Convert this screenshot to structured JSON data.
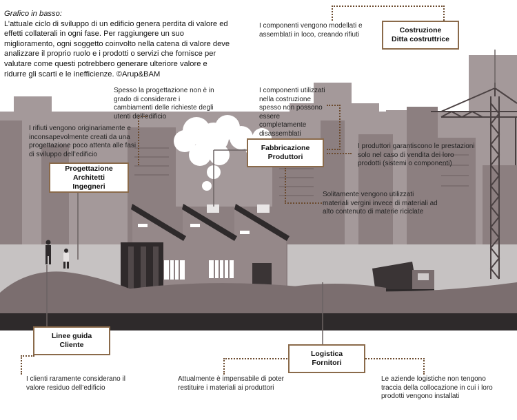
{
  "intro": {
    "caption": "Grafico in basso:",
    "body": "L’attuale ciclo di sviluppo di un edificio genera perdita di valore ed effetti collaterali in ogni fase. Per raggiungere un suo miglioramento, ogni soggetto coinvolto nella catena di valore deve analizzare il proprio ruolo e i prodotti o servizi che fornisce per valutare come questi potrebbero generare ulteriore valore e ridurre gli scarti e le inefficienze. ©Arup&BAM"
  },
  "boxes": {
    "costruzione": [
      "Costruzione",
      "Ditta costruttrice"
    ],
    "fabbricazione": [
      "Fabbricazione",
      "Produttori"
    ],
    "progettazione": [
      "Progettazione",
      "Architetti",
      "Ingegneri"
    ],
    "linee": [
      "Linee guida",
      "Cliente"
    ],
    "logistica": [
      "Logistica",
      "Fornitori"
    ]
  },
  "notes": {
    "costruzione": "I componenti vengono modellati e assemblati in loco, creando rifiuti",
    "progettazione_cambiamenti": "Spesso la progettazione non è in grado di considerare i cambiamenti delle richieste degli utenti dell’edificio",
    "rifiuti": "I rifiuti vengono originariamente e inconsapevolmente creati da una progettazione poco attenta alle fasi di sviluppo dell’edificio",
    "componenti_utilizzati": "I componenti utilizzati nella costruzione spesso non possono essere completamente disassemblati",
    "produttori_garantiscono": "I produttori garantiscono le prestazioni solo nel caso di vendita dei loro prodotti (sistemi o componenti)",
    "materiali_vergini": "Solitamente vengono utilizzati materiali vergini invece di materiali ad alto contenuto di materie riciclate",
    "clienti": "I clienti raramente considerano il valore residuo dell’edificio",
    "impensabile": "Attualmente è impensabile di poter restituire i materiali ai produttori",
    "logistiche": "Le aziende logistiche non tengono traccia della collocazione in cui i loro prodotti vengono installati"
  }
}
